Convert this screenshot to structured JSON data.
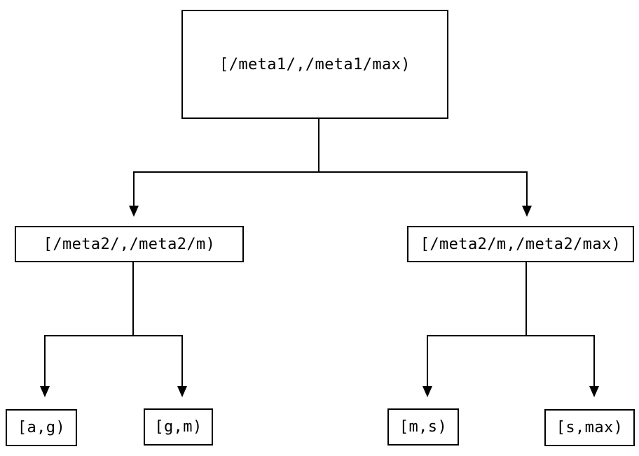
{
  "diagram": {
    "type": "tree",
    "description": "range partition tree",
    "nodes": {
      "root": {
        "label": "[/meta1/,/meta1/max)"
      },
      "left": {
        "label": "[/meta2/,/meta2/m)"
      },
      "right": {
        "label": "[/meta2/m,/meta2/max)"
      },
      "leaf_1": {
        "label": "[a,g)"
      },
      "leaf_2": {
        "label": "[g,m)"
      },
      "leaf_3": {
        "label": "[m,s)"
      },
      "leaf_4": {
        "label": "[s,max)"
      }
    },
    "edges": [
      {
        "from": "root",
        "to": "left"
      },
      {
        "from": "root",
        "to": "right"
      },
      {
        "from": "left",
        "to": "leaf_1"
      },
      {
        "from": "left",
        "to": "leaf_2"
      },
      {
        "from": "right",
        "to": "leaf_3"
      },
      {
        "from": "right",
        "to": "leaf_4"
      }
    ]
  },
  "colors": {
    "background": "#ffffff",
    "line": "#000000",
    "text": "#000000"
  }
}
